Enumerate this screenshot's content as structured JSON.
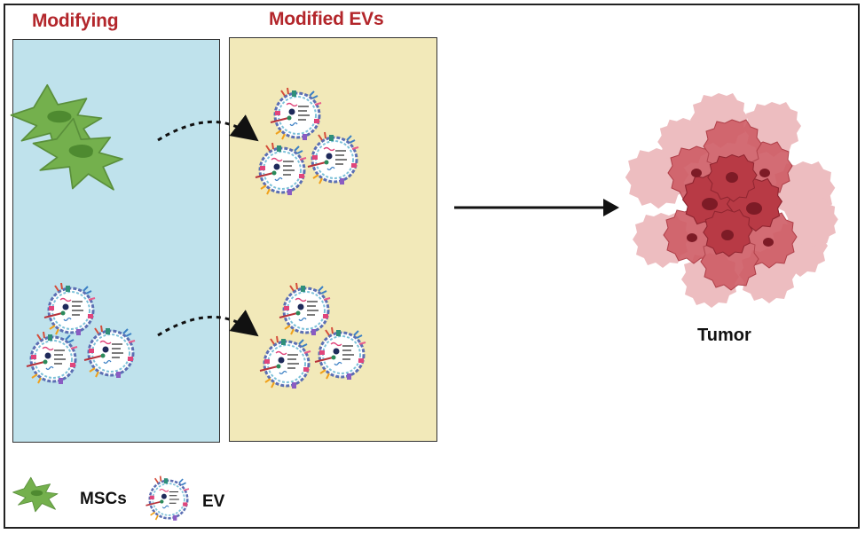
{
  "headings": {
    "modifying": "Modifying",
    "modified_evs": "Modified EVs"
  },
  "labels": {
    "tumor": "Tumor"
  },
  "legend": {
    "msc_label": "MSCs",
    "ev_label": "EV"
  },
  "colors": {
    "heading_red": "#b3262b",
    "modifying_panel": "#bfe2ec",
    "modified_panel": "#f2e9b9",
    "msc_green": "#6aa84f",
    "tumor_red": "#c0454f"
  },
  "icons": {
    "cell": "msc-cell-icon",
    "vesicle": "extracellular-vesicle-icon",
    "tumor": "tumor-mass-icon"
  }
}
